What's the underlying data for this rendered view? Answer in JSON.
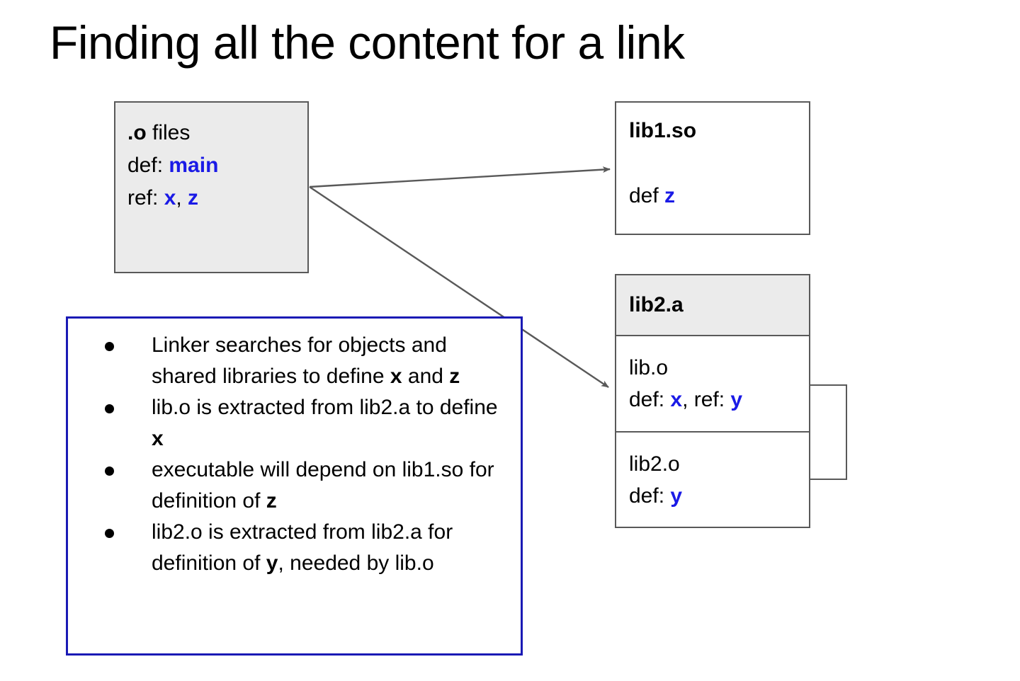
{
  "slide": {
    "title": "Finding all the content for a link",
    "background_color": "#ffffff"
  },
  "colors": {
    "symbol_blue": "#1a1ae6",
    "box_border": "#595959",
    "box_fill_gray": "#ebebeb",
    "notes_border_blue": "#1a1ab5",
    "arrow": "#595959",
    "text": "#000000"
  },
  "object_box": {
    "name": "object-files-box",
    "fill": "#ebebeb",
    "line1": {
      "strong": ".o",
      "rest": " files"
    },
    "line2": {
      "label": "def: ",
      "symbol": "main"
    },
    "line3": {
      "label": "ref: ",
      "symbol_1": "x",
      "separator": ", ",
      "symbol_2": "z"
    }
  },
  "lib1": {
    "name": "lib1.so",
    "title": "lib1.so",
    "def_label": "def ",
    "def_symbol": "z"
  },
  "lib2": {
    "name": "lib2.a",
    "title": "lib2.a",
    "members": [
      {
        "file": "lib.o",
        "def_label": "def: ",
        "def_symbol": "x",
        "mid": ", ref: ",
        "ref_symbol": "y"
      },
      {
        "file": "lib2.o",
        "def_label": "def: ",
        "def_symbol": "y"
      }
    ]
  },
  "notes": {
    "border_color": "#1a1ab5",
    "bullets": [
      {
        "segments": [
          {
            "text": "Linker searches for objects and shared libraries to define ",
            "style": "normal"
          },
          {
            "text": "x",
            "style": "bold"
          },
          {
            "text": " and ",
            "style": "normal"
          },
          {
            "text": "z",
            "style": "bold"
          }
        ]
      },
      {
        "segments": [
          {
            "text": "lib.o is extracted from lib2.a to define ",
            "style": "normal"
          },
          {
            "text": "x",
            "style": "bold"
          }
        ]
      },
      {
        "segments": [
          {
            "text": "executable will depend on lib1.so for definition of ",
            "style": "normal"
          },
          {
            "text": "z",
            "style": "bold"
          }
        ]
      },
      {
        "segments": [
          {
            "text": "lib2.o is extracted from lib2.a for definition of ",
            "style": "normal"
          },
          {
            "text": "y",
            "style": "bold"
          },
          {
            "text": ", needed by lib.o",
            "style": "normal"
          }
        ]
      }
    ]
  },
  "arrows": [
    {
      "name": "arrow-obj-to-lib1",
      "from": "object-files-box",
      "to": "lib1.so"
    },
    {
      "name": "arrow-obj-to-lib2",
      "from": "object-files-box",
      "to": "lib2.a"
    }
  ]
}
